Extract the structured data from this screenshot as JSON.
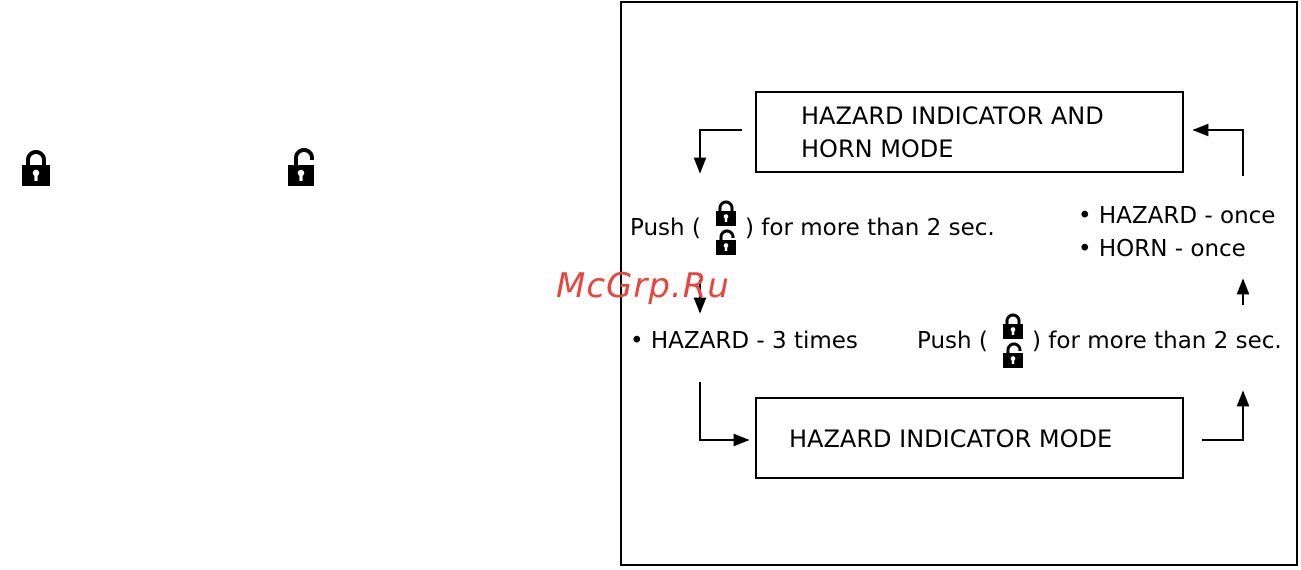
{
  "left_icons": {
    "lock": "lock-icon",
    "unlock": "unlock-icon"
  },
  "diagram": {
    "top_mode": {
      "line1": "HAZARD INDICATOR AND",
      "line2": "HORN MODE"
    },
    "bottom_mode": {
      "label": "HAZARD INDICATOR MODE"
    },
    "left_transition": {
      "push_prefix": "Push (",
      "push_suffix": ") for more than 2 sec.",
      "result": "• HAZARD - 3 times"
    },
    "right_transition": {
      "push_prefix": "Push (",
      "push_suffix": ") for more than 2 sec.",
      "result_1": "• HAZARD - once",
      "result_2": "• HORN - once"
    }
  },
  "watermark": "McGrp.Ru",
  "colors": {
    "line": "#000000",
    "watermark": "#e8463c"
  }
}
